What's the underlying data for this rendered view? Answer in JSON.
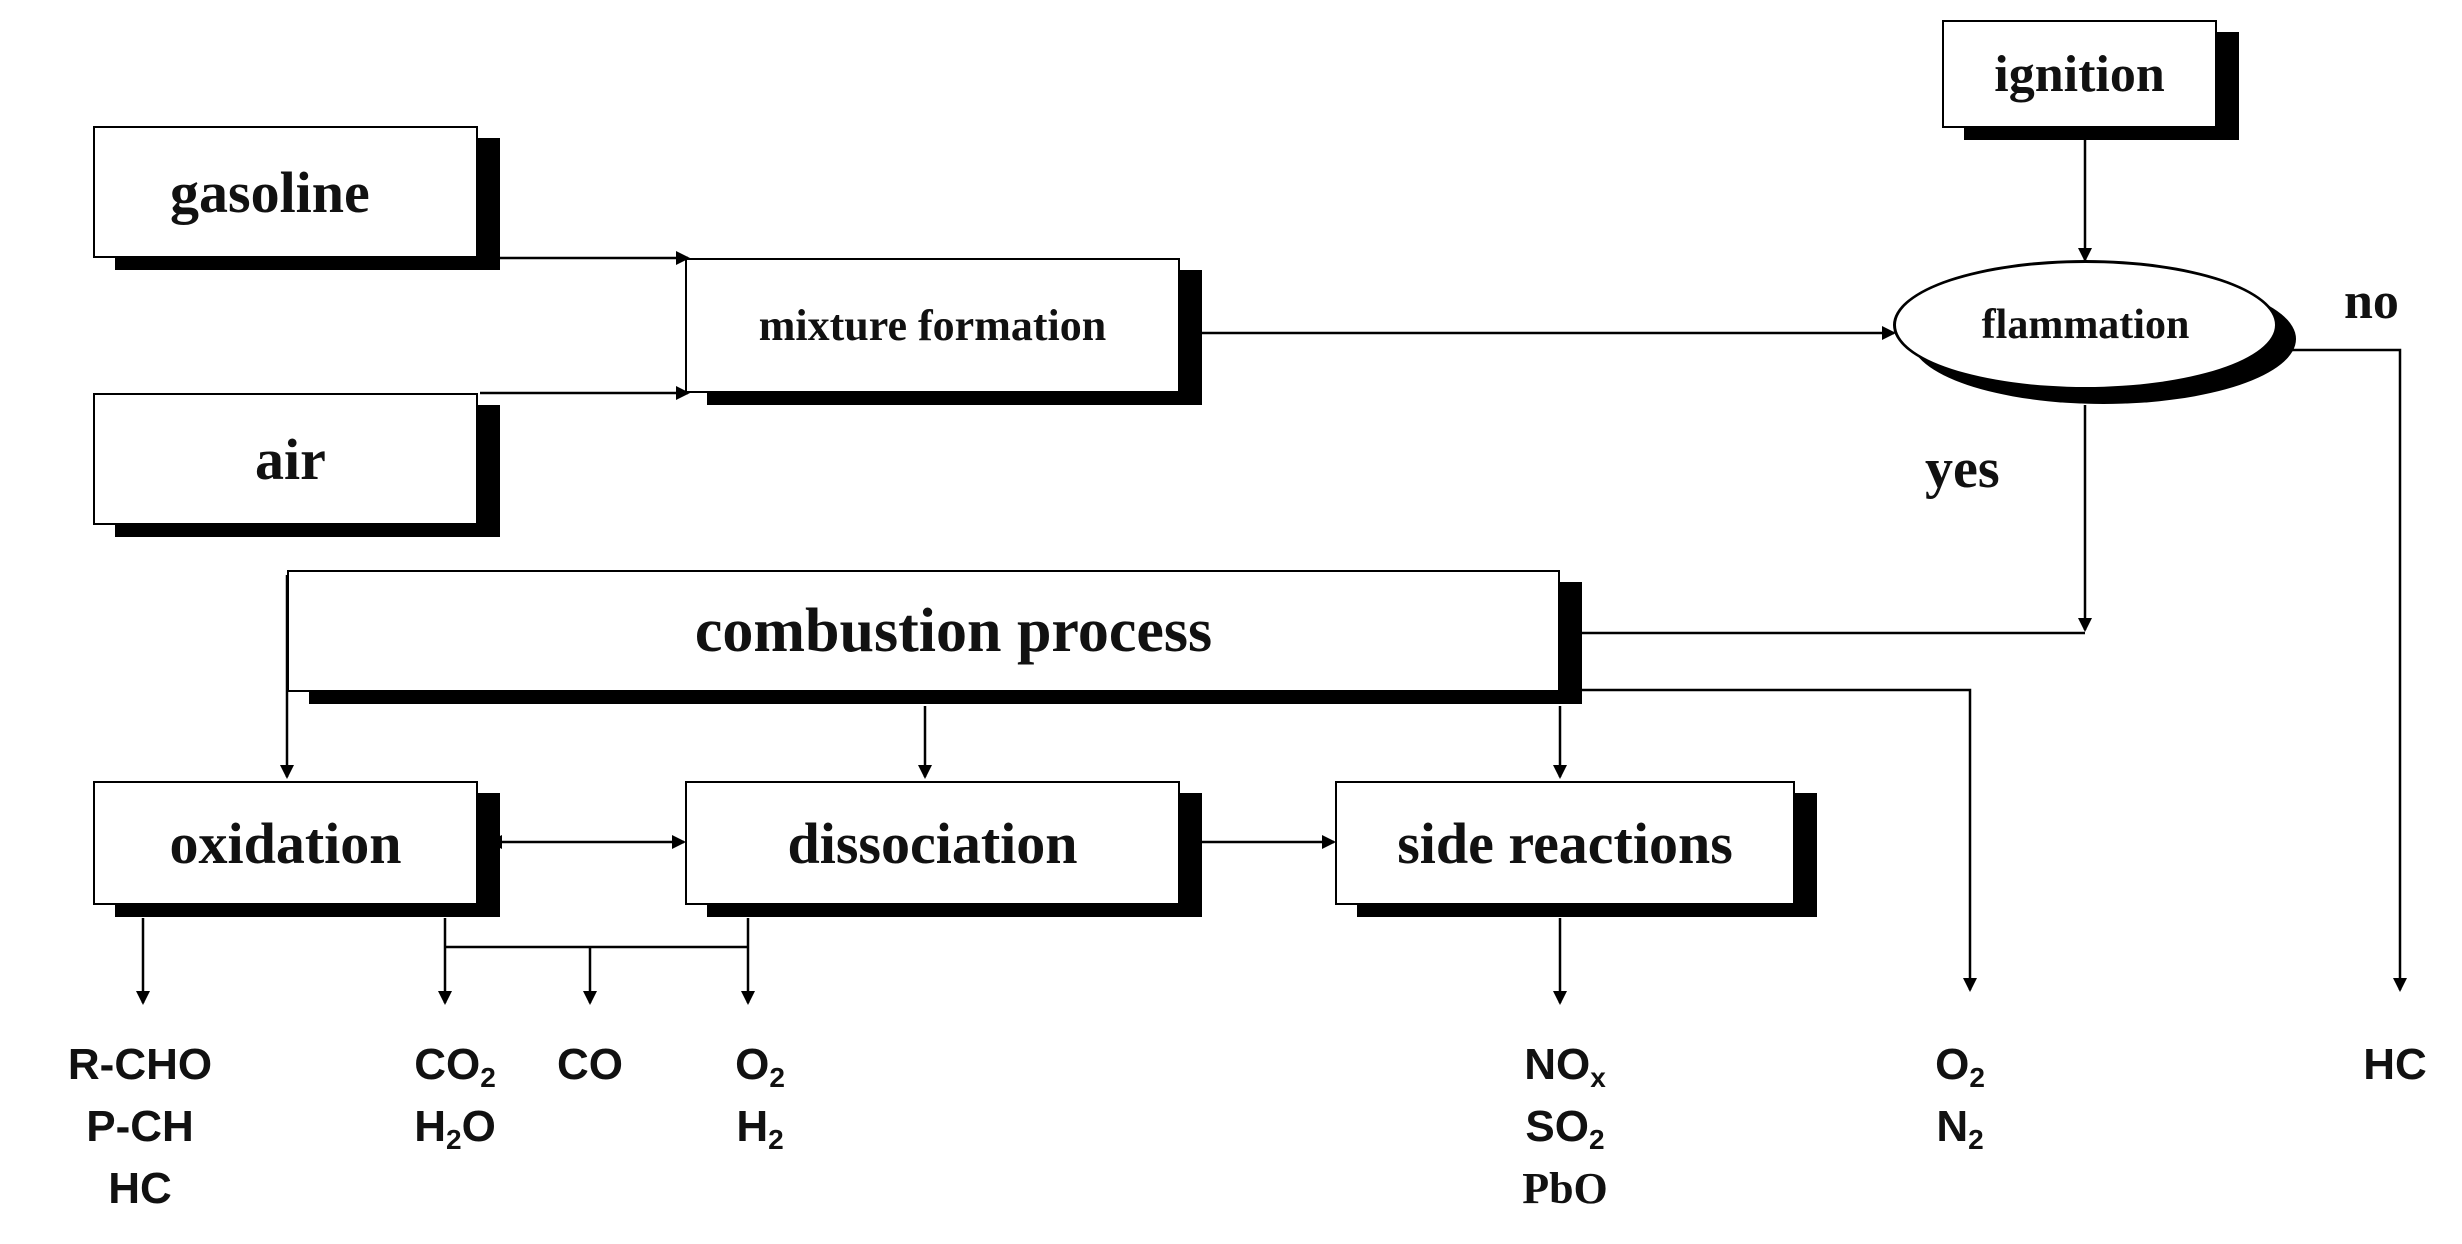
{
  "nodes": {
    "gasoline": "gasoline",
    "air": "air",
    "mixture_formation": "mixture formation",
    "ignition": "ignition",
    "flammation": "flammation",
    "combustion_process": "combustion process",
    "oxidation": "oxidation",
    "dissociation": "dissociation",
    "side_reactions": "side reactions"
  },
  "edge_labels": {
    "no": "no",
    "yes": "yes"
  },
  "products": {
    "oxidation": {
      "p1": "R-CHO",
      "p2": "P-CH",
      "p3": "HC"
    },
    "co2_h2o": {
      "a": "CO",
      "a_sub": "2",
      "b1": "H",
      "b_sub": "2",
      "b2": "O"
    },
    "co": "CO",
    "o2_h2": {
      "a": "O",
      "a_sub": "2",
      "b": "H",
      "b_sub": "2"
    },
    "side": {
      "a": "NO",
      "a_sub": "x",
      "b": "SO",
      "b_sub": "2",
      "c": "PbO"
    },
    "o2_n2": {
      "a": "O",
      "a_sub": "2",
      "b": "N",
      "b_sub": "2"
    },
    "unburnt": "HC"
  }
}
